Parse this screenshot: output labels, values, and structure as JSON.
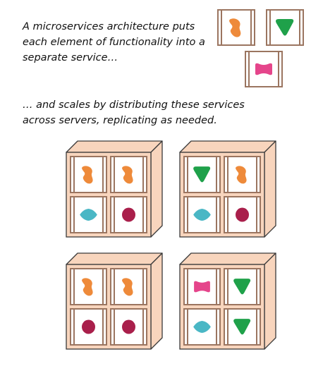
{
  "captions": {
    "top": "A microservices architecture puts each element of functionality into a separate service…",
    "bottom": "… and scales by distributing these services across servers, replicating as needed."
  },
  "colors": {
    "service_frame": "#9b7560",
    "server_face": "#f8d5bd",
    "server_outline": "#3a3a3a",
    "orange_blob": "#ee8a3a",
    "green_triangle": "#1fa14a",
    "pink_bowtie": "#e5458b",
    "teal_diamond": "#4ab7c5",
    "crimson_circle": "#a91f4b"
  },
  "service_types": [
    "orange-blob",
    "green-triangle",
    "pink-bowtie",
    "teal-diamond",
    "crimson-circle"
  ],
  "service_catalog": [
    "orange-blob",
    "green-triangle",
    "pink-bowtie"
  ],
  "servers": [
    {
      "services": [
        "orange-blob",
        "orange-blob",
        "teal-diamond",
        "crimson-circle"
      ]
    },
    {
      "services": [
        "green-triangle",
        "orange-blob",
        "teal-diamond",
        "crimson-circle"
      ]
    },
    {
      "services": [
        "orange-blob",
        "orange-blob",
        "crimson-circle",
        "crimson-circle"
      ]
    },
    {
      "services": [
        "pink-bowtie",
        "green-triangle",
        "teal-diamond",
        "green-triangle"
      ]
    }
  ]
}
